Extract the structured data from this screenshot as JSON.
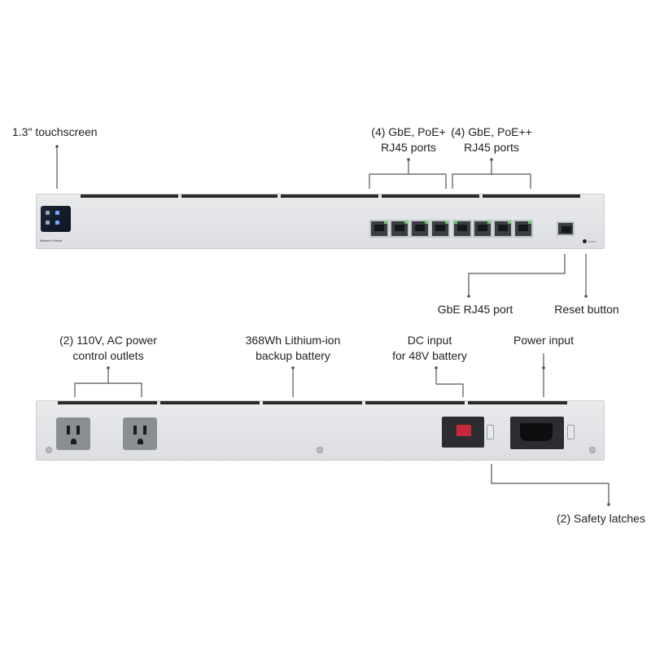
{
  "callouts": {
    "touchscreen": "1.3\" touchscreen",
    "poe_plus_line1": "(4) GbE, PoE+",
    "poe_plus_line2": "RJ45 ports",
    "poe_plusplus_line1": "(4) GbE, PoE++",
    "poe_plusplus_line2": "RJ45 ports",
    "gbe_port": "GbE RJ45 port",
    "reset_button": "Reset button",
    "outlets_line1": "(2) 110V, AC power",
    "outlets_line2": "control outlets",
    "battery_line1": "368Wh Lithium-ion",
    "battery_line2": "backup battery",
    "dc_input_line1": "DC input",
    "dc_input_line2": "for 48V battery",
    "power_input": "Power input",
    "safety_latches": "(2) Safety latches"
  },
  "device": {
    "brand_text": "Mission Critical",
    "reset_text": "RESET"
  },
  "colors": {
    "chassis": "#dfe1e4",
    "port_led": "#5fd35a",
    "screen": "#141b2b",
    "callout_line": "#555555"
  }
}
